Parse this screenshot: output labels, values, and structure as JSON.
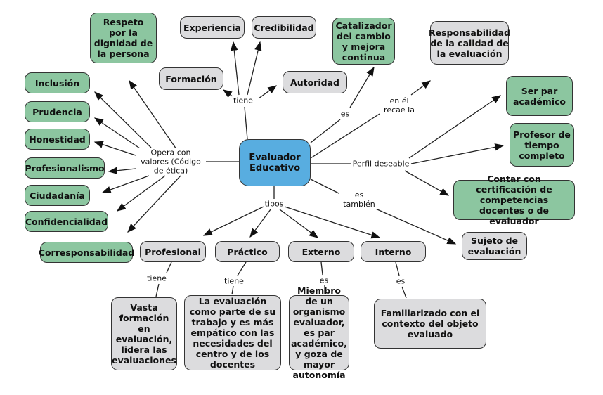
{
  "center": "Evaluador Educativo",
  "links": {
    "tiene": "tiene",
    "es": "es",
    "recae": "en él recae la",
    "perfil": "Perfil deseable",
    "tambien": "es también",
    "tipos": "tipos",
    "valores": "Opera con valores (Código de ética)",
    "tiene2": "tiene",
    "tiene3": "tiene",
    "es2": "es",
    "es3": "es"
  },
  "tiene_nodes": [
    "Experiencia",
    "Credibilidad",
    "Formación",
    "Autoridad"
  ],
  "es_node": "Catalizador del cambio y mejora continua",
  "recae_node": "Responsabilidad de la calidad de la evaluación",
  "values": [
    "Respeto por la dignidad de la persona",
    "Inclusión",
    "Prudencia",
    "Honestidad",
    "Profesionalismo",
    "Ciudadanía",
    "Confidencialidad",
    "Corresponsabilidad"
  ],
  "perfil": [
    "Ser par académico",
    "Profesor de tiempo completo",
    "Contar con certificación de competencias docentes o de evaluador"
  ],
  "tambien_node": "Sujeto de evaluación",
  "types": [
    {
      "name": "Profesional",
      "desc": "Vasta formación en evaluación, lidera las evaluaciones"
    },
    {
      "name": "Práctico",
      "desc": "La evaluación como parte de su trabajo y es más empático con las necesidades del centro y de los docentes"
    },
    {
      "name": "Externo",
      "desc": "Miembro de un organismo evaluador, es par académico, y goza de mayor autonomía"
    },
    {
      "name": "Interno",
      "desc": "Familiarizado con el contexto del objeto evaluado"
    }
  ]
}
